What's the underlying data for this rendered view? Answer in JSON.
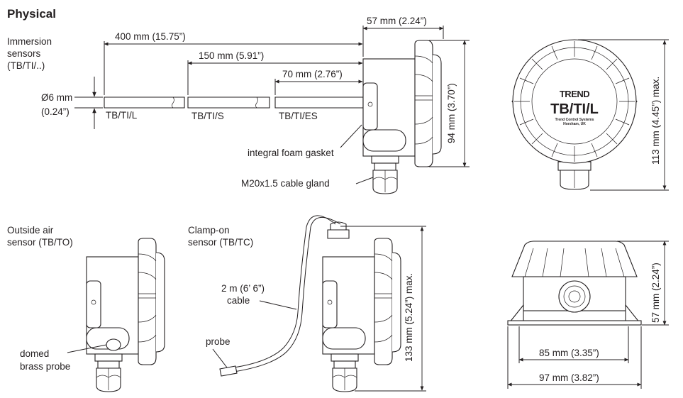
{
  "title": "Physical",
  "immersion": {
    "label_lines": [
      "Immersion",
      "sensors",
      "(TB/TI/..)"
    ],
    "dim_400": "400 mm (15.75”)",
    "dim_150": "150 mm (5.91”)",
    "dim_70": "70 mm (2.76”)",
    "diameter_mm": "Ø6 mm",
    "diameter_in": "(0.24”)",
    "probe_labels": [
      "TB/TI/L",
      "TB/TI/S",
      "TB/TI/ES"
    ],
    "dim_57": "57 mm (2.24”)",
    "dim_94": "94 mm (3.70”)",
    "gasket_label": "integral foam gasket",
    "gland_label": "M20x1.5 cable gland"
  },
  "front_view": {
    "brand": "TREND",
    "model": "TB/TI/L",
    "company_line1": "Trend Control Systems",
    "company_line2": "Horsham, UK",
    "dim_113": "113 mm (4.45”) max."
  },
  "outside_air": {
    "label_lines": [
      "Outside air",
      "sensor (TB/TO)"
    ],
    "probe_label_lines": [
      "domed",
      "brass probe"
    ]
  },
  "clamp_on": {
    "label_lines": [
      "Clamp-on",
      "sensor (TB/TC)"
    ],
    "cable_label_lines": [
      "2 m (6’ 6”)",
      "cable"
    ],
    "probe_label": "probe",
    "dim_133": "133 mm (5.24”) max."
  },
  "base_view": {
    "dim_57": "57 mm (2.24”)",
    "dim_85": "85 mm (3.35”)",
    "dim_97": "97 mm (3.82”)"
  }
}
